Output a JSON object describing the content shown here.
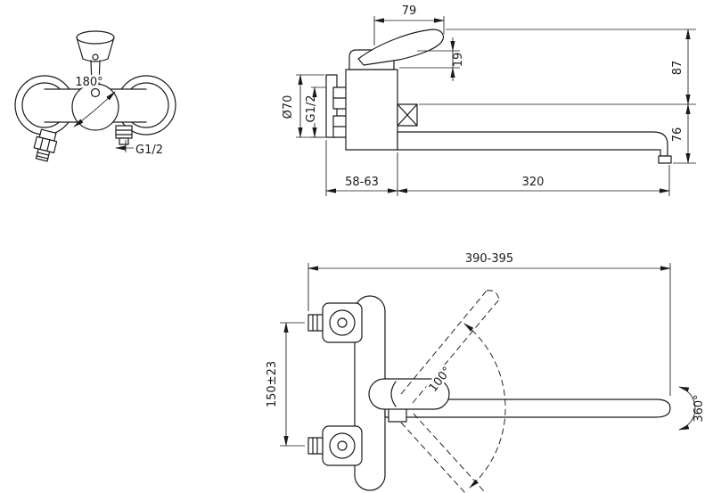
{
  "page": {
    "background_color": "#ffffff",
    "line_color": "#1a1a1a"
  },
  "views": {
    "front": {
      "handle_swivel_angle": "180°",
      "outlet_thread": "G1/2"
    },
    "side": {
      "handle_width": "79",
      "lever_clearance": "19",
      "upper_height": "87",
      "lower_height": "76",
      "flange_diameter": "Ø70",
      "inlet_thread": "G1/2",
      "wall_distance": "58-63",
      "spout_length": "320"
    },
    "top": {
      "overall_length": "390-395",
      "inlet_spacing": "150±23",
      "spout_swivel_angle": "100°",
      "spout_rotation": "360°"
    }
  }
}
